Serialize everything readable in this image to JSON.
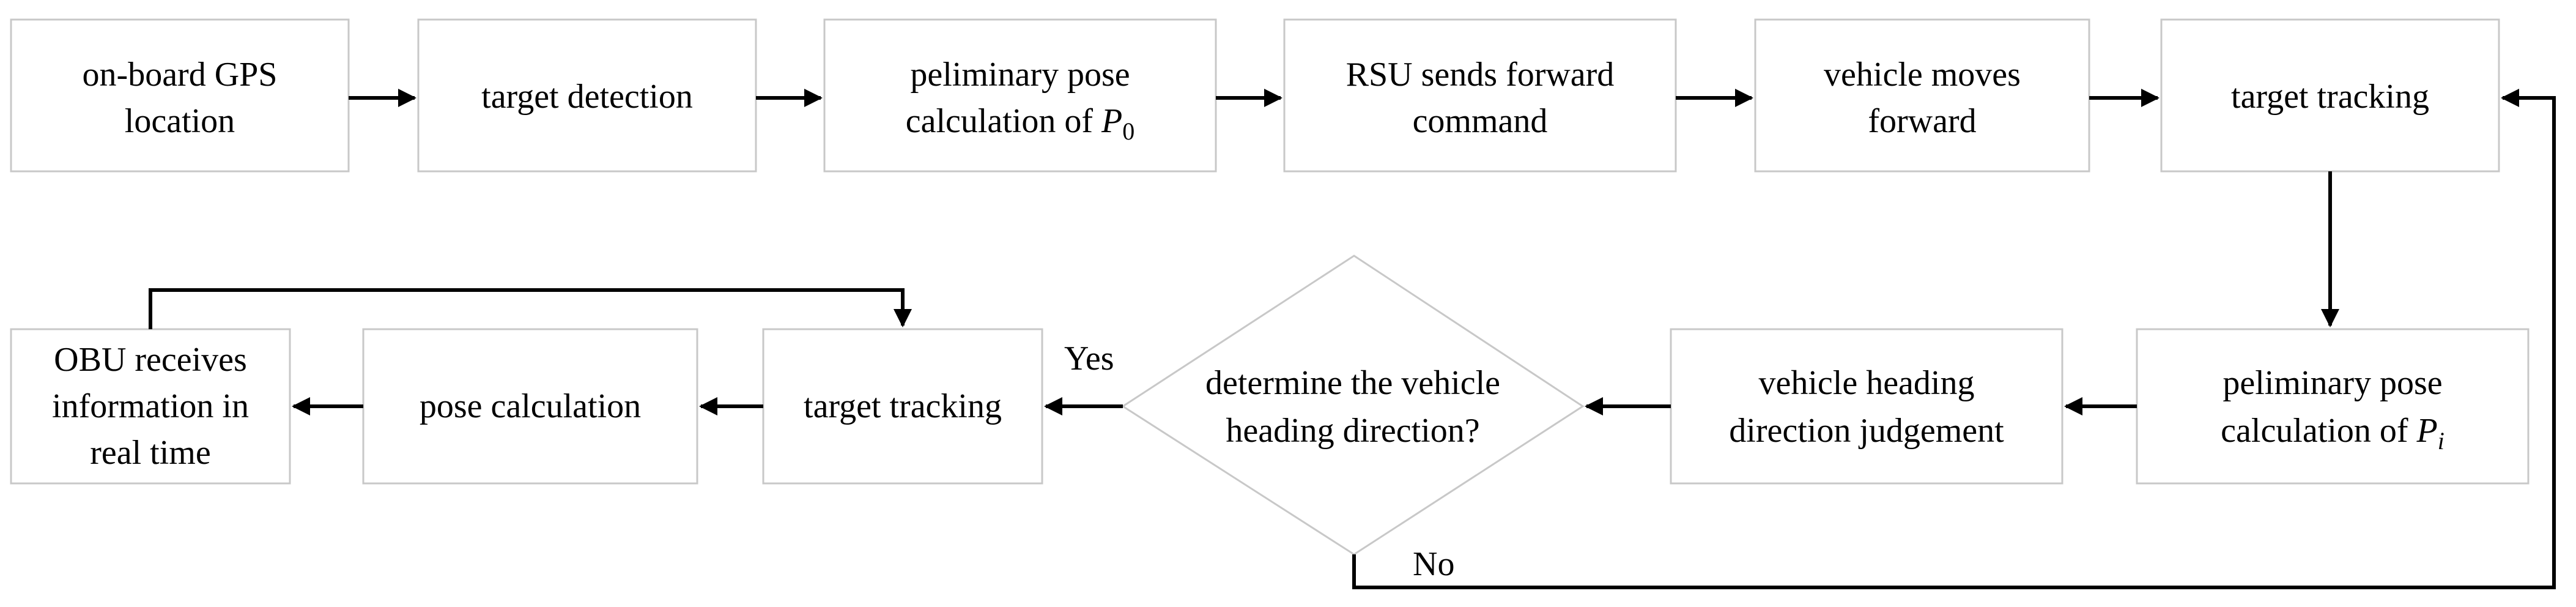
{
  "nodes": {
    "gps": {
      "line1": "on-board GPS",
      "line2": "location"
    },
    "detect": {
      "line1": "target detection"
    },
    "pose0": {
      "line1": "peliminary pose",
      "line2_prefix": "calculation of ",
      "var": "P",
      "sub": "0"
    },
    "rsu": {
      "line1": "RSU sends forward",
      "line2": "command"
    },
    "moves": {
      "line1": "vehicle moves",
      "line2": "forward"
    },
    "track1": {
      "line1": "target tracking"
    },
    "posei": {
      "line1": "peliminary pose",
      "line2_prefix": "calculation of ",
      "var": "P",
      "sub": "i"
    },
    "judge": {
      "line1": "vehicle heading",
      "line2": "direction judgement"
    },
    "decision": {
      "line1": "determine the vehicle",
      "line2": "heading direction?"
    },
    "track2": {
      "line1": "target tracking"
    },
    "posecalc": {
      "line1": "pose calculation"
    },
    "obu": {
      "line1": "OBU receives",
      "line2": "information in",
      "line3": "real time"
    }
  },
  "edges": {
    "yes_label": "Yes",
    "no_label": "No"
  }
}
